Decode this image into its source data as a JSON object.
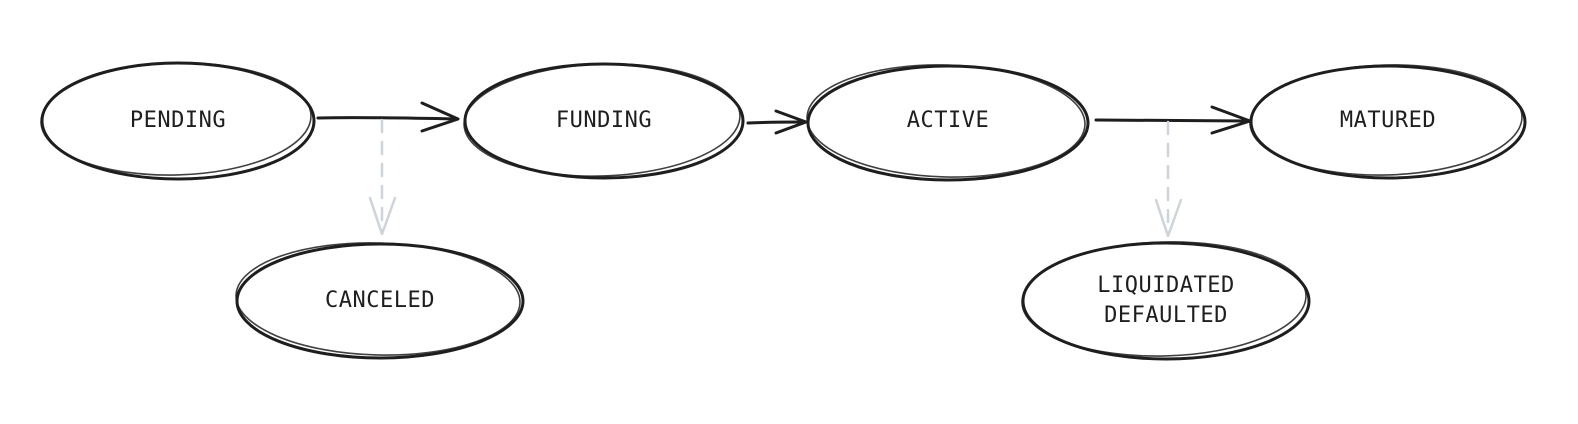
{
  "diagram": {
    "nodes": [
      {
        "id": "pending",
        "lines": [
          "PENDING"
        ]
      },
      {
        "id": "funding",
        "lines": [
          "FUNDING"
        ]
      },
      {
        "id": "active",
        "lines": [
          "ACTIVE"
        ]
      },
      {
        "id": "matured",
        "lines": [
          "MATURED"
        ]
      },
      {
        "id": "canceled",
        "lines": [
          "CANCELED"
        ]
      },
      {
        "id": "liquidated-defaulted",
        "lines": [
          "LIQUIDATED",
          "DEFAULTED"
        ]
      }
    ],
    "edges": [
      {
        "from": "pending",
        "to": "funding",
        "style": "solid"
      },
      {
        "from": "funding",
        "to": "active",
        "style": "solid"
      },
      {
        "from": "active",
        "to": "matured",
        "style": "solid"
      },
      {
        "from": "pending-funding-edge",
        "to": "canceled",
        "style": "dashed"
      },
      {
        "from": "active-matured-edge",
        "to": "liquidated-defaulted",
        "style": "dashed"
      }
    ],
    "colors": {
      "stroke": "#1e1e1e",
      "dashed": "#ced4da",
      "background": "#ffffff"
    }
  }
}
